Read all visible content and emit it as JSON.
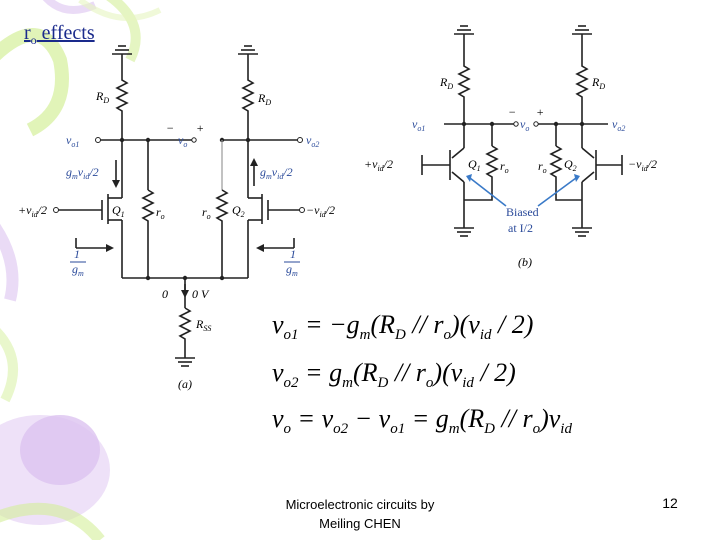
{
  "title": {
    "main": "r",
    "sub": "o",
    "suffix": " effects"
  },
  "circuit_a": {
    "caption": "(a)",
    "rd": "R",
    "rd_sub": "D",
    "rss": "R",
    "rss_sub": "SS",
    "q1": "Q",
    "q1_sub": "1",
    "q2": "Q",
    "q2_sub": "2",
    "ro": "r",
    "ro_sub": "o",
    "vo1": "v",
    "vo1_sub": "o1",
    "vo2": "v",
    "vo2_sub": "o2",
    "vo": "v",
    "vo_sub": "o",
    "minus": "−",
    "plus": "+",
    "vin_pos": "+v",
    "vin_pos_sub": "id",
    "vin_pos_tail": "/2",
    "vin_neg": "−v",
    "vin_neg_sub": "id",
    "vin_neg_tail": "/2",
    "gm_left": "g",
    "gm_left_sub": "m",
    "gm_left_v": "v",
    "gm_left_v_sub": "id",
    "gm_left_tail": "/2",
    "gm_right": "g",
    "gm_right_sub": "m",
    "gm_right_v": "v",
    "gm_right_v_sub": "id",
    "gm_right_tail": "/2",
    "one": "1",
    "gm_frac": "g",
    "gm_frac_sub": "m",
    "zero": "0",
    "zero_v": "0 V"
  },
  "circuit_b": {
    "caption": "(b)",
    "rd": "R",
    "rd_sub": "D",
    "q1": "Q",
    "q1_sub": "1",
    "q2": "Q",
    "q2_sub": "2",
    "ro": "r",
    "ro_sub": "o",
    "vo1": "v",
    "vo1_sub": "o1",
    "vo2": "v",
    "vo2_sub": "o2",
    "vo": "v",
    "vo_sub": "o",
    "minus": "−",
    "plus": "+",
    "vin_pos": "+v",
    "vin_pos_sub": "id",
    "vin_pos_tail": "/2",
    "vin_neg": "−v",
    "vin_neg_sub": "id",
    "vin_neg_tail": "/2",
    "biased_1": "Biased",
    "biased_2": "at I/2"
  },
  "equations": [
    {
      "lhs": "v",
      "lhs_sub": "o1",
      "rhs": " = −g",
      "rhs_sub": "m",
      "rhs2": "(R",
      "rhs2_sub": "D",
      "rhs3": " // r",
      "rhs3_sub": "o",
      "rhs4": ")(v",
      "rhs4_sub": "id",
      "rhs5": " / 2)"
    },
    {
      "lhs": "v",
      "lhs_sub": "o2",
      "rhs": " = g",
      "rhs_sub": "m",
      "rhs2": "(R",
      "rhs2_sub": "D",
      "rhs3": " // r",
      "rhs3_sub": "o",
      "rhs4": ")(v",
      "rhs4_sub": "id",
      "rhs5": " / 2)"
    },
    {
      "lhs": "v",
      "lhs_sub": "o",
      "rhs": " = v",
      "rhs_sub": "o2",
      "rhs2": " − v",
      "rhs2_sub": "o1",
      "rhs3": " = g",
      "rhs3_sub": "m",
      "rhs4": "(R",
      "rhs4_sub": "D",
      "rhs5": " // r",
      "rhs5_sub": "o",
      "rhs6": ")v",
      "rhs6_sub": "id"
    }
  ],
  "footer": {
    "line1": "Microelectronic circuits by",
    "line2": "Meiling CHEN"
  },
  "page_number": "12",
  "colors": {
    "title": "#1a2a8c",
    "wire": "#222222",
    "label_blue": "#2a4a9a",
    "annot_blue": "#3a7ac8",
    "deco_green": "#d4ef9a",
    "deco_purple": "#dcc3f0",
    "deco_lilac": "#ead9f6"
  }
}
